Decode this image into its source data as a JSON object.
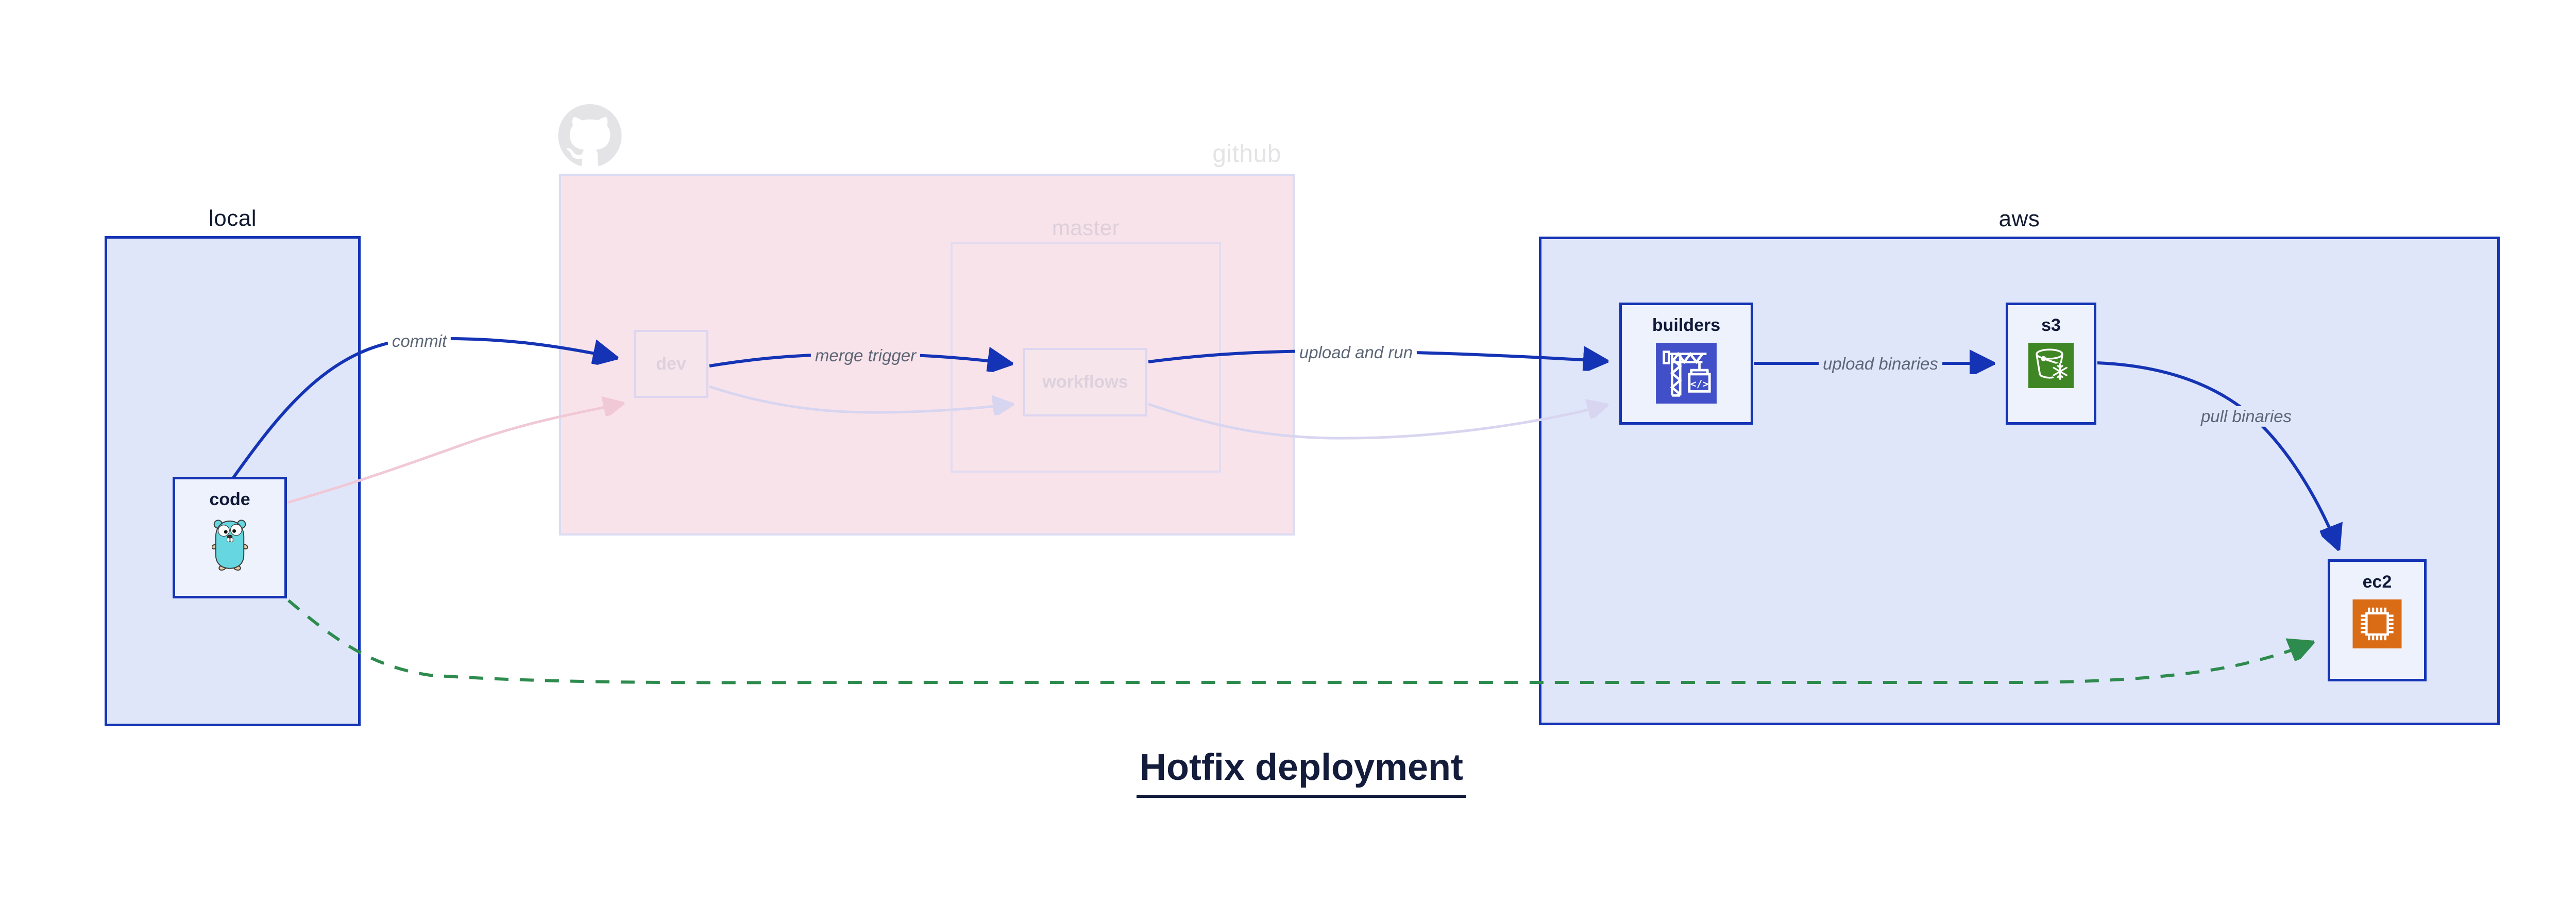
{
  "title": "Hotfix deployment",
  "containers": {
    "local": {
      "label": "local"
    },
    "github": {
      "label": "github"
    },
    "master": {
      "label": "master"
    },
    "aws": {
      "label": "aws"
    }
  },
  "nodes": {
    "code": {
      "label": "code",
      "icon": "go-gopher-icon"
    },
    "dev": {
      "label": "dev"
    },
    "workflows": {
      "label": "workflows"
    },
    "builders": {
      "label": "builders",
      "icon": "codebuild-crane-icon"
    },
    "s3": {
      "label": "s3",
      "icon": "s3-bucket-snowflake-icon"
    },
    "ec2": {
      "label": "ec2",
      "icon": "ec2-chip-icon"
    }
  },
  "edges": {
    "commit": {
      "label": "commit",
      "from": "code",
      "to": "dev",
      "style": "active-blue"
    },
    "merge_trigger": {
      "label": "merge trigger",
      "from": "dev",
      "to": "workflows",
      "style": "active-blue"
    },
    "upload_and_run": {
      "label": "upload and run",
      "from": "workflows",
      "to": "builders",
      "style": "active-blue"
    },
    "upload_binaries": {
      "label": "upload binaries",
      "from": "builders",
      "to": "s3",
      "style": "active-blue"
    },
    "pull_binaries": {
      "label": "pull binaries",
      "from": "s3",
      "to": "ec2",
      "style": "active-blue"
    },
    "code_to_dev_faded": {
      "label": "",
      "from": "code",
      "to": "dev",
      "style": "faded-pink"
    },
    "dev_to_workflows_faded": {
      "label": "",
      "from": "dev",
      "to": "workflows",
      "style": "faded-lavender"
    },
    "workflows_to_builders_faded": {
      "label": "",
      "from": "workflows",
      "to": "builders",
      "style": "faded-lavender"
    },
    "hotfix_path": {
      "label": "",
      "from": "code",
      "to": "ec2",
      "style": "green-dashed"
    }
  },
  "colors": {
    "accent_blue": "#1534b5",
    "container_blue_fill": "#dfe6fa",
    "node_fill": "#eef2fc",
    "dark_text": "#111a38",
    "github_pink_fill": "#f9e3ea",
    "github_border": "#d9dcf3",
    "faded_node_fill": "#f7e5ec",
    "faded_node_border": "#dcd6f0",
    "faded_text": "#ddd1dd",
    "github_gray": "#e4e4e6",
    "edge_label_gray": "#5c6675",
    "hotfix_green": "#2e8b4e",
    "faded_pink_edge": "#f0c8d6",
    "faded_lavender_edge": "#d8d5f0",
    "codebuild_indigo": "#4150c8",
    "s3_green": "#3f8624",
    "ec2_orange": "#db6c16",
    "gopher_teal": "#66d7e0"
  }
}
